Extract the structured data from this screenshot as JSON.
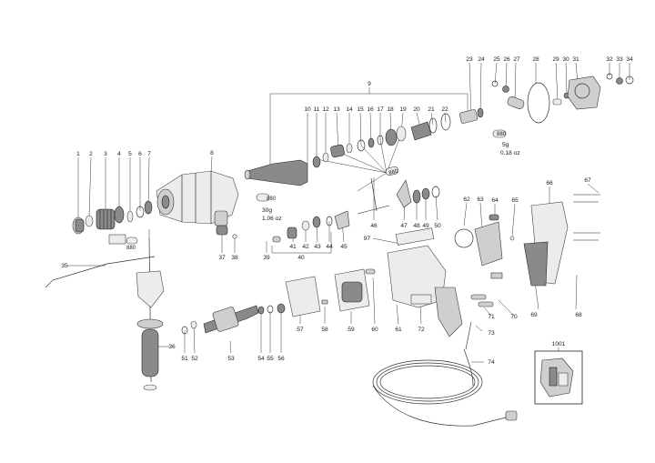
{
  "labels": {
    "l1": "1",
    "l2": "2",
    "l3": "3",
    "l4": "4",
    "l5": "5",
    "l6": "6",
    "l7": "7",
    "l8": "8",
    "l9": "9",
    "l10": "10",
    "l11": "11",
    "l12": "12",
    "l13": "13",
    "l14": "14",
    "l15": "15",
    "l16": "16",
    "l17": "17",
    "l18": "18",
    "l19": "19",
    "l20": "20",
    "l21": "21",
    "l22": "22",
    "l23": "23",
    "l24": "24",
    "l25": "25",
    "l26": "26",
    "l27": "27",
    "l28": "28",
    "l29": "29",
    "l30": "30",
    "l31": "31",
    "l32": "32",
    "l33": "33",
    "l34": "34",
    "l35": "35",
    "l36": "36",
    "l37": "37",
    "l38": "38",
    "l39": "39",
    "l40": "40",
    "l41": "41",
    "l42": "42",
    "l43": "43",
    "l44": "44",
    "l45": "45",
    "l46": "46",
    "l47": "47",
    "l48": "48",
    "l49": "49",
    "l50": "50",
    "l51": "51",
    "l52": "52",
    "l53": "53",
    "l54": "54",
    "l55": "55",
    "l56": "56",
    "l57": "57",
    "l58": "58",
    "l59": "59",
    "l60": "60",
    "l61": "61",
    "l62": "62",
    "l63": "63",
    "l64": "64",
    "l65": "65",
    "l66": "66",
    "l67": "67",
    "l68": "68",
    "l69": "69",
    "l70": "70",
    "l71": "71",
    "l72": "72",
    "l73": "73",
    "l74": "74",
    "l97": "97",
    "l1001": "1001"
  },
  "notes": {
    "grease_880": "880",
    "grease_30g": "30g",
    "grease_106oz": "1.06 oz",
    "grease_5g": "5g",
    "grease_018oz": "0.18 oz"
  },
  "icons": {
    "grease": "grease-tube-icon",
    "plug": "power-plug-icon"
  }
}
